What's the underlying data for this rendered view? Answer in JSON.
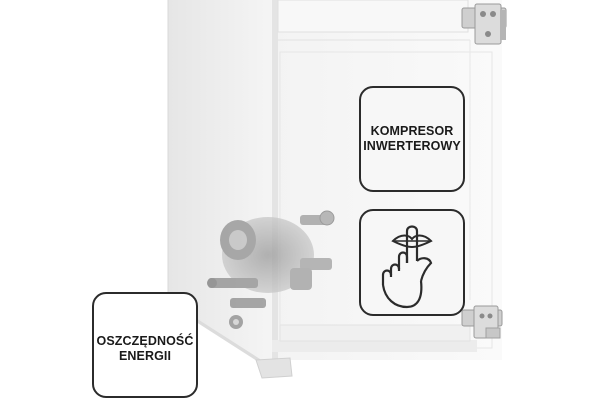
{
  "image": {
    "subject": "built-in refrigerator",
    "colors": {
      "cabinet": "#f2f2f2",
      "background": "#ffffff",
      "badge_border": "#2b2b2b",
      "text": "#1a1a1a"
    }
  },
  "badges": {
    "compressor": {
      "line1": "KOMPRESOR",
      "line2": "INWERTEROWY"
    },
    "silent": {
      "icon": "finger-on-lips-quiet-icon"
    },
    "energy": {
      "line1": "OSZCZĘDNOŚĆ",
      "line2": "ENERGII"
    }
  }
}
